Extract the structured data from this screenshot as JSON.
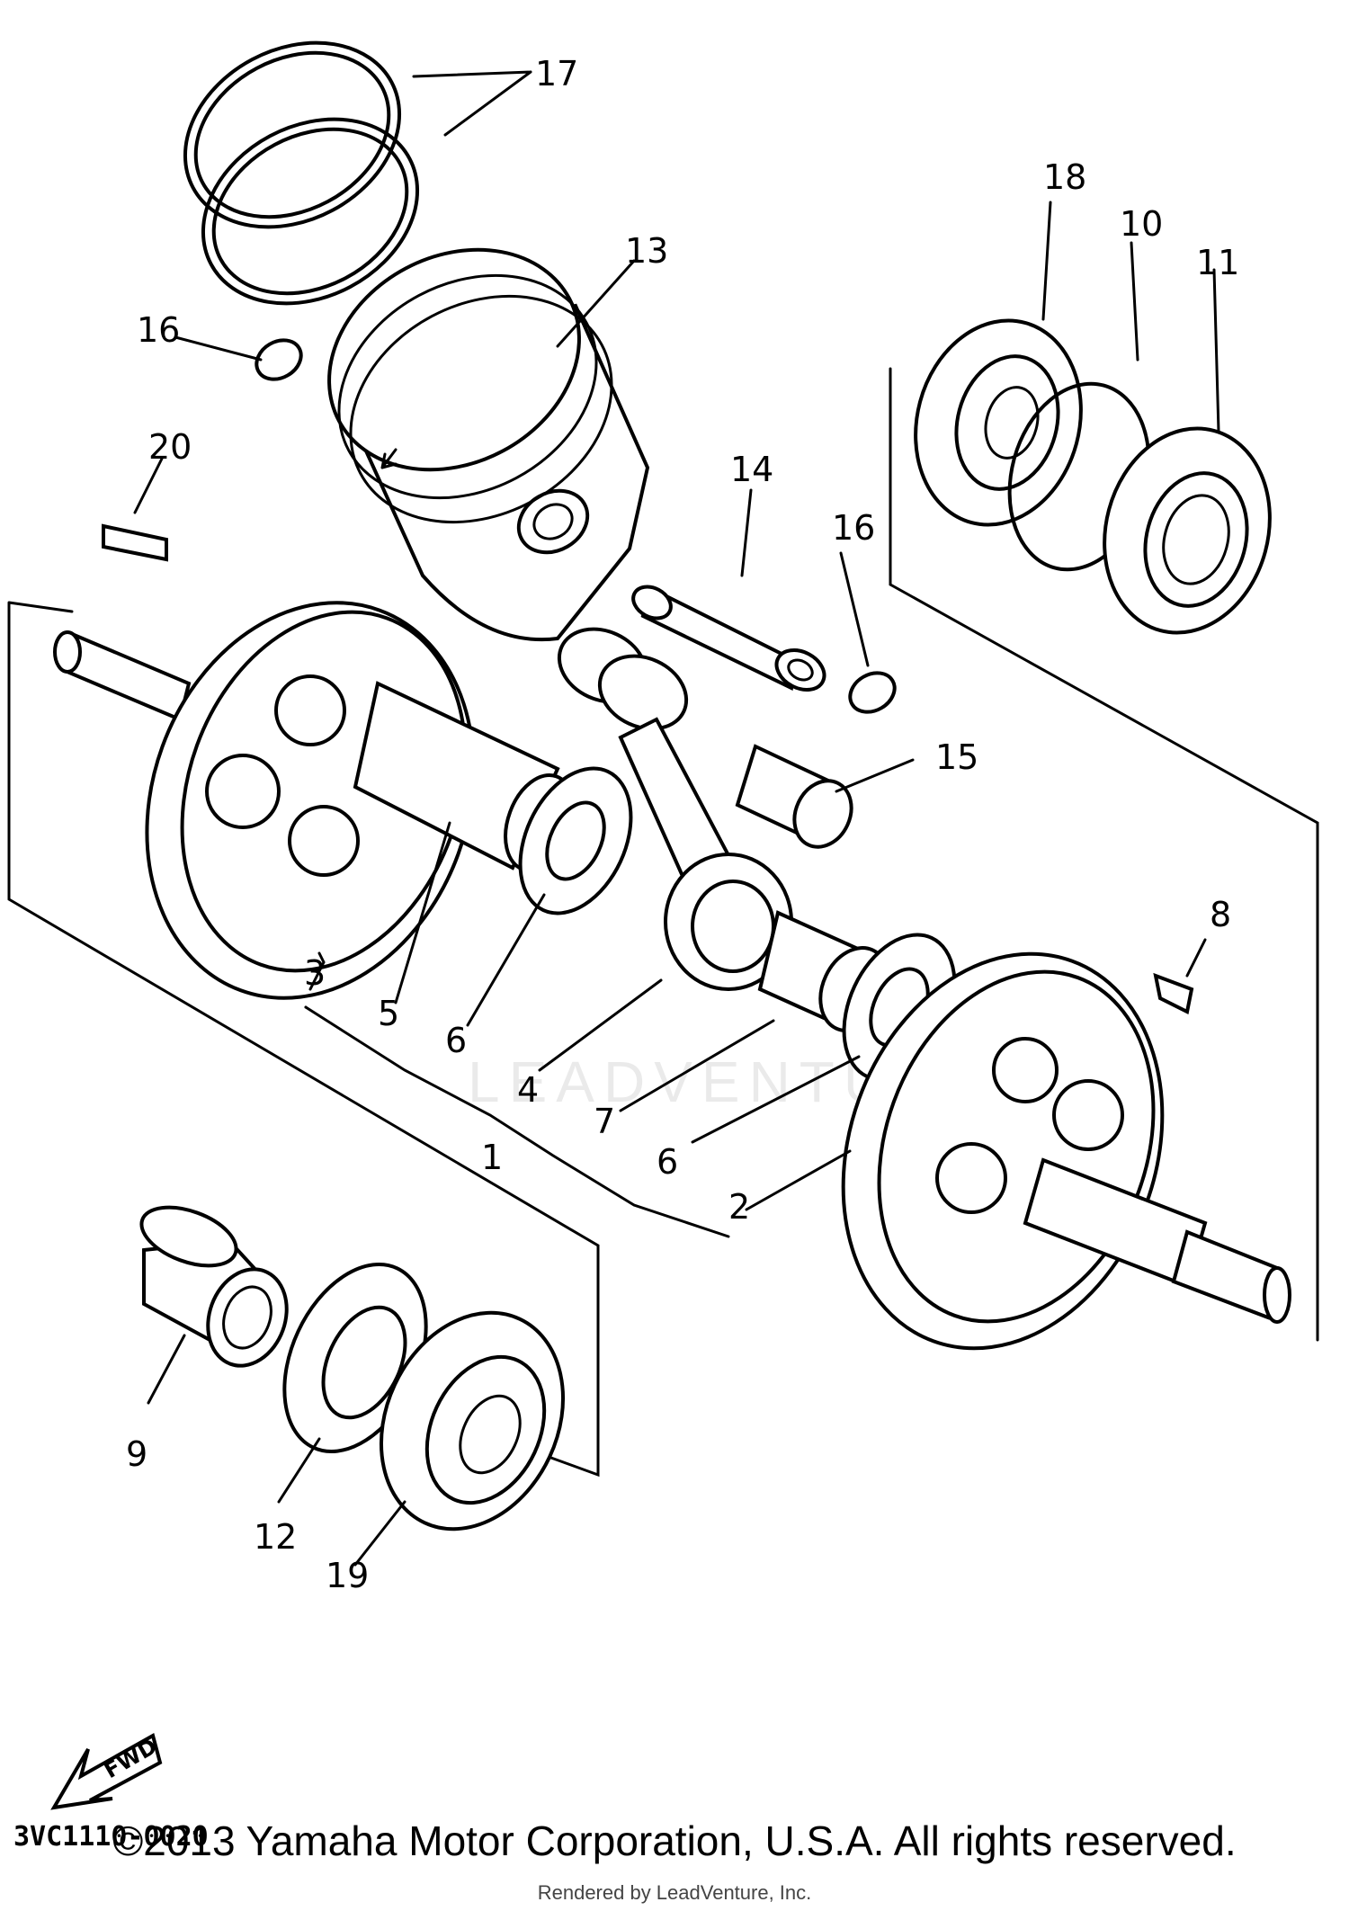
{
  "diagram": {
    "part_labels": [
      "1",
      "2",
      "3",
      "4",
      "5",
      "6",
      "6",
      "7",
      "8",
      "9",
      "10",
      "11",
      "12",
      "13",
      "14",
      "15",
      "16",
      "16",
      "17",
      "18",
      "19",
      "20"
    ],
    "fwd_label": "FWD",
    "drawing_code": "3VC1110-0020",
    "watermark": "LEADVENTURE"
  },
  "footer": {
    "copyright": "©2013 Yamaha Motor Corporation, U.S.A. All rights reserved.",
    "rendered_by": "Rendered by LeadVenture, Inc."
  }
}
